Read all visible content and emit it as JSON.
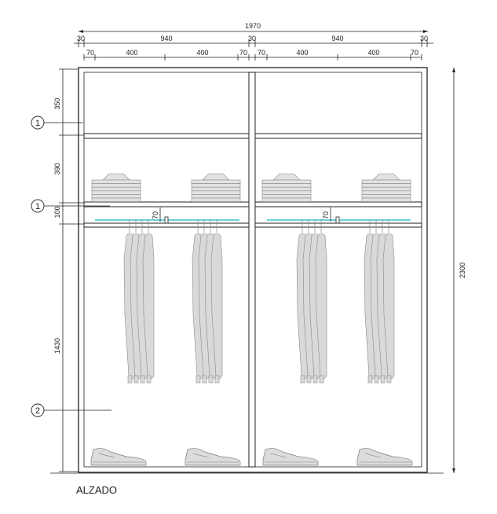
{
  "title": "ALZADO",
  "dimensions": {
    "total_width": "1970",
    "side_left": "30",
    "module_left": "940",
    "center": "30",
    "module_right": "940",
    "side_right": "30",
    "sub": [
      "70",
      "400",
      "400",
      "70",
      "70",
      "400",
      "400",
      "70"
    ],
    "heights": {
      "top": "350",
      "mid": "390",
      "shelf": "100",
      "hanging": "1430",
      "total": "2300",
      "rail_drop": "70"
    }
  },
  "callouts": [
    "1",
    "1",
    "2"
  ]
}
